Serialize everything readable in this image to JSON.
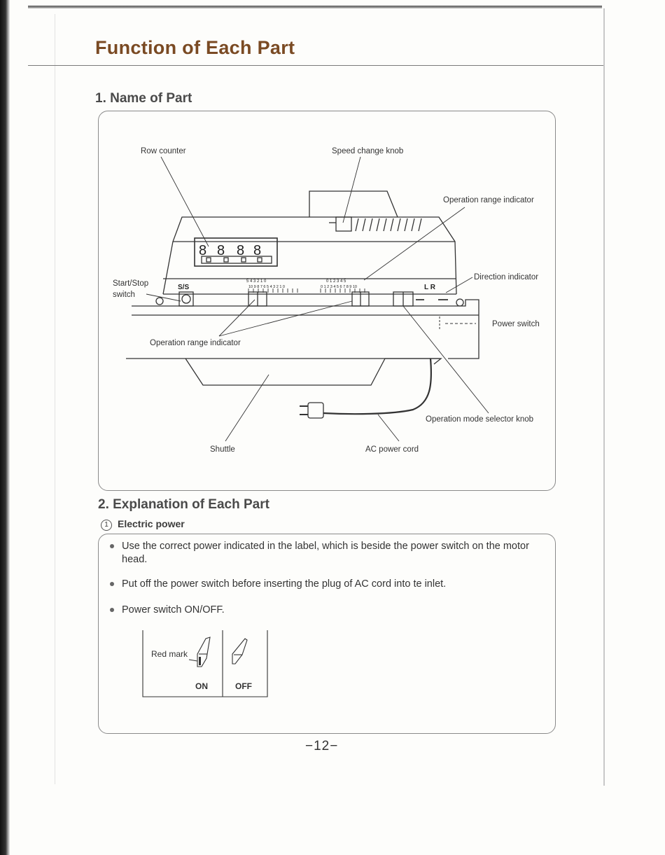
{
  "page": {
    "title": "Function of Each Part",
    "page_number": "−12−"
  },
  "section1": {
    "heading": "1. Name of Part",
    "labels": {
      "row_counter": "Row counter",
      "speed_change_knob": "Speed change knob",
      "operation_range_indicator_top": "Operation range indicator",
      "start_stop_switch_line1": "Start/Stop",
      "start_stop_switch_line2": "switch",
      "direction_indicator": "Direction indicator",
      "power_switch": "Power switch",
      "operation_range_indicator_bottom": "Operation range indicator",
      "operation_mode_selector_knob": "Operation mode selector knob",
      "shuttle": "Shuttle",
      "ac_power_cord": "AC power cord"
    },
    "machine_markings": {
      "counter_digits": [
        "8",
        "8",
        "8",
        "8"
      ],
      "ss": "S/S",
      "lr": "L R",
      "scale_left_top": "5 4 3 2 1 0",
      "scale_left_bottom": "10 9 8 7 6 5 4 3 2 1 0",
      "scale_right_top": "0 1 2 3 4 5",
      "scale_right_bottom": "0 1 2 3 4 5 6 7 8 9 10"
    }
  },
  "section2": {
    "heading": "2. Explanation of Each Part",
    "subheading_num": "1",
    "subheading": "Electric power",
    "bullets": [
      "Use the correct power indicated in the label, which is beside the power switch on the motor head.",
      "Put off the power switch before inserting the plug of AC cord into te inlet.",
      "Power switch ON/OFF."
    ],
    "switch_figure": {
      "red_mark": "Red mark",
      "on": "ON",
      "off": "OFF"
    }
  }
}
